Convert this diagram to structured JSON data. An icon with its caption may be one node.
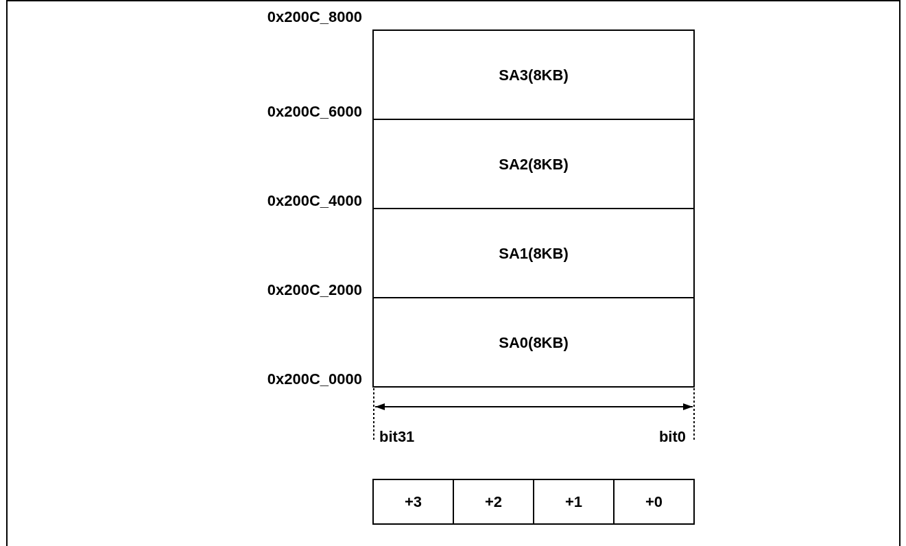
{
  "diagram": {
    "nodes": [
      {
        "text": [
          "SA3(8KB)"
        ]
      },
      {
        "text": [
          "SA2(8KB)"
        ]
      },
      {
        "text": [
          "SA1(8KB)"
        ]
      },
      {
        "text": [
          "SA0(8KB)"
        ]
      },
      {
        "text": [
          "+3"
        ]
      },
      {
        "text": [
          "+2"
        ]
      },
      {
        "text": [
          "+1"
        ]
      },
      {
        "text": [
          "+0"
        ]
      }
    ],
    "labels": [
      "0x200C_8000",
      "0x200C_6000",
      "0x200C_4000",
      "0x200C_2000",
      "0x200C_0000",
      "bit31",
      "bit0"
    ]
  }
}
